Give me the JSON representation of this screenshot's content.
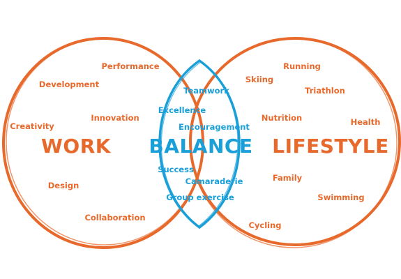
{
  "colors": {
    "orange": "#e8692c",
    "blue": "#1a9fd8"
  },
  "diagram": {
    "work": {
      "label": "WORK",
      "terms": [
        "Performance",
        "Development",
        "Innovation",
        "Creativity",
        "Design",
        "Collaboration"
      ]
    },
    "balance": {
      "label": "BALANCE",
      "terms": [
        "Teamwork",
        "Excellence",
        "Encouragement",
        "Success",
        "Camaraderie",
        "Group exercise"
      ]
    },
    "lifestyle": {
      "label": "LIFESTYLE",
      "terms": [
        "Running",
        "Skiing",
        "Triathlon",
        "Nutrition",
        "Health",
        "Family",
        "Swimming",
        "Cycling"
      ]
    }
  }
}
